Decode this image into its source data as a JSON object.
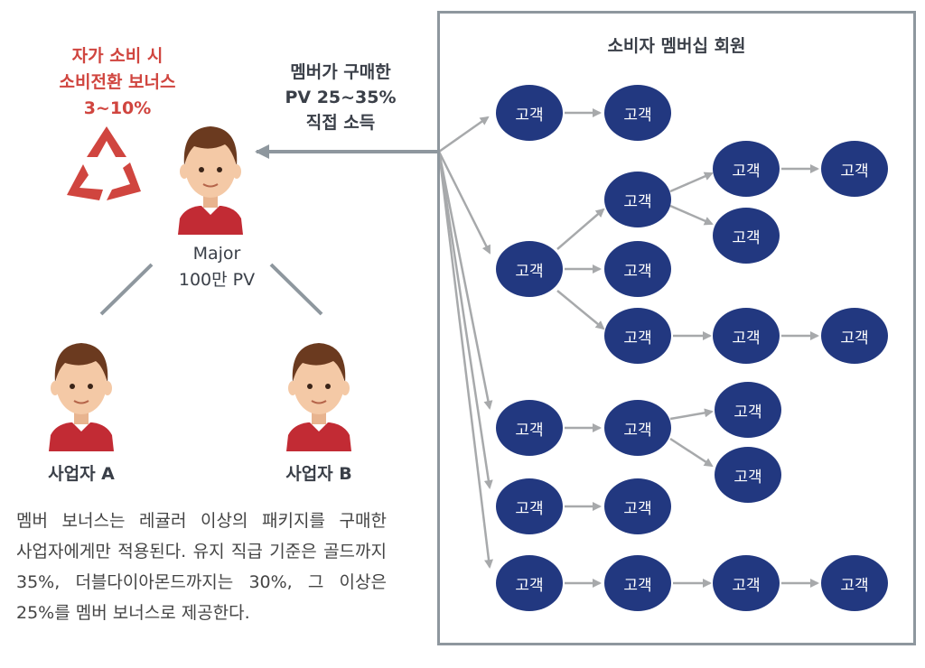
{
  "bonus": {
    "line1": "자가 소비 시",
    "line2": "소비전환 보너스",
    "line3": "3~10%"
  },
  "income": {
    "line1": "멤버가 구매한",
    "line2": "PV 25~35%",
    "line3": "직접 소득"
  },
  "major": {
    "name": "Major",
    "pv": "100만 PV"
  },
  "businesses": [
    {
      "label": "사업자 A"
    },
    {
      "label": "사업자 B"
    }
  ],
  "description": "멤버 보너스는 레귤러 이상의 패키지를 구매한 사업자에게만 적용된다. 유지 직급 기준은 골드까지 35%, 더블다이아몬드까지는 30%, 그 이상은 25%를 멤버 보너스로 제공한다.",
  "consumer_box": {
    "title": "소비자 멤버십 회원",
    "node_label": "고객",
    "node_color": "#223880",
    "arrow_color": "#a7a9ab"
  },
  "colors": {
    "bonus": "#d0453f",
    "shirt": "#c22b34",
    "hair": "#6b3a1f",
    "skin": "#f4c9a6",
    "line": "#8e979e"
  }
}
